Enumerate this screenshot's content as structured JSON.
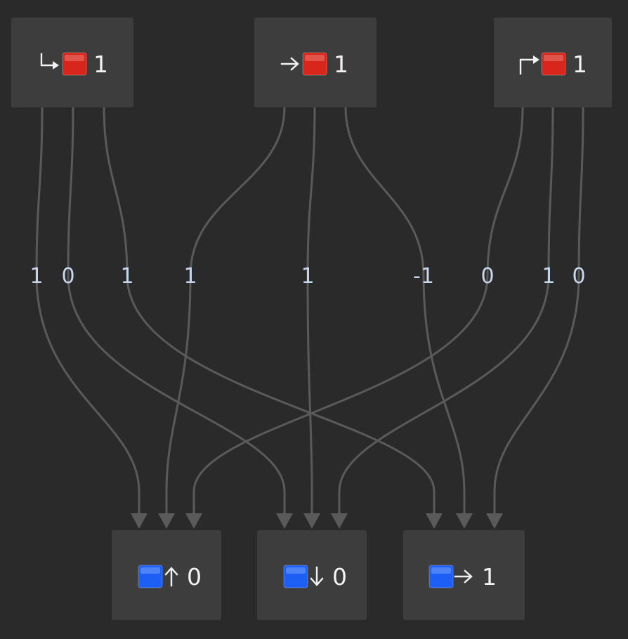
{
  "colors": {
    "background": "#2a2a2a",
    "node_fill": "#3d3d3d",
    "edge": "#5a5a5a",
    "label": "#c7d8ee",
    "text": "#f2f2f2",
    "red_square": "#d9261c",
    "blue_square": "#1d5ff5"
  },
  "inputs": [
    {
      "id": "in_turn_down",
      "icon": "arrow-down-right-icon",
      "square": "red",
      "value": "1"
    },
    {
      "id": "in_right",
      "icon": "arrow-right-icon",
      "square": "red",
      "value": "1"
    },
    {
      "id": "in_turn_up",
      "icon": "arrow-up-right-icon",
      "square": "red",
      "value": "1"
    }
  ],
  "outputs": [
    {
      "id": "out_up",
      "icon": "arrow-up-icon",
      "square": "blue",
      "value": "0"
    },
    {
      "id": "out_down",
      "icon": "arrow-down-icon",
      "square": "blue",
      "value": "0"
    },
    {
      "id": "out_right",
      "icon": "arrow-right-icon",
      "square": "blue",
      "value": "1"
    }
  ],
  "edges": [
    {
      "from": "in_turn_down",
      "to": "out_up",
      "weight": "1"
    },
    {
      "from": "in_turn_down",
      "to": "out_down",
      "weight": "0"
    },
    {
      "from": "in_turn_down",
      "to": "out_right",
      "weight": "1"
    },
    {
      "from": "in_right",
      "to": "out_up",
      "weight": "1"
    },
    {
      "from": "in_right",
      "to": "out_down",
      "weight": "1"
    },
    {
      "from": "in_right",
      "to": "out_right",
      "weight": "-1"
    },
    {
      "from": "in_turn_up",
      "to": "out_up",
      "weight": "0"
    },
    {
      "from": "in_turn_up",
      "to": "out_down",
      "weight": "1"
    },
    {
      "from": "in_turn_up",
      "to": "out_right",
      "weight": "0"
    }
  ]
}
